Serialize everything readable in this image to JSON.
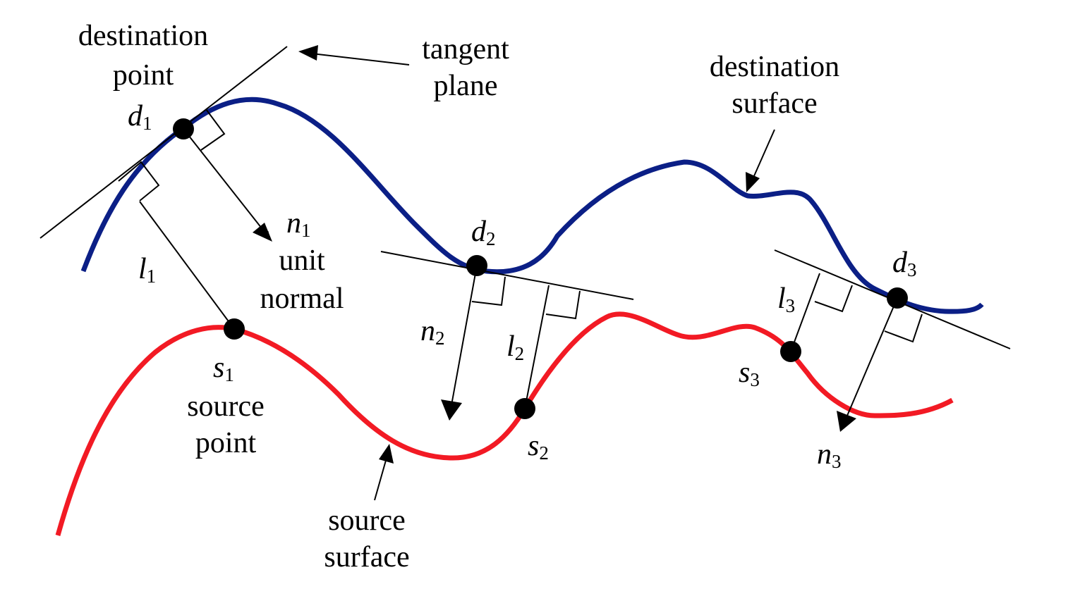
{
  "labels": {
    "destination_point": [
      "destination",
      "point"
    ],
    "tangent_plane": [
      "tangent",
      "plane"
    ],
    "destination_surface": [
      "destination",
      "surface"
    ],
    "unit_normal": [
      "unit",
      "normal"
    ],
    "source_point": [
      "source",
      "point"
    ],
    "source_surface": [
      "source",
      "surface"
    ]
  },
  "symbols": {
    "d1": {
      "base": "d",
      "sub": "1"
    },
    "d2": {
      "base": "d",
      "sub": "2"
    },
    "d3": {
      "base": "d",
      "sub": "3"
    },
    "n1": {
      "base": "n",
      "sub": "1"
    },
    "n2": {
      "base": "n",
      "sub": "2"
    },
    "n3": {
      "base": "n",
      "sub": "3"
    },
    "l1": {
      "base": "l",
      "sub": "1"
    },
    "l2": {
      "base": "l",
      "sub": "2"
    },
    "l3": {
      "base": "l",
      "sub": "3"
    },
    "s1": {
      "base": "s",
      "sub": "1"
    },
    "s2": {
      "base": "s",
      "sub": "2"
    },
    "s3": {
      "base": "s",
      "sub": "3"
    }
  },
  "colors": {
    "destination_surface": "#0b1f86",
    "source_surface": "#f21a24",
    "ink": "#000000"
  }
}
